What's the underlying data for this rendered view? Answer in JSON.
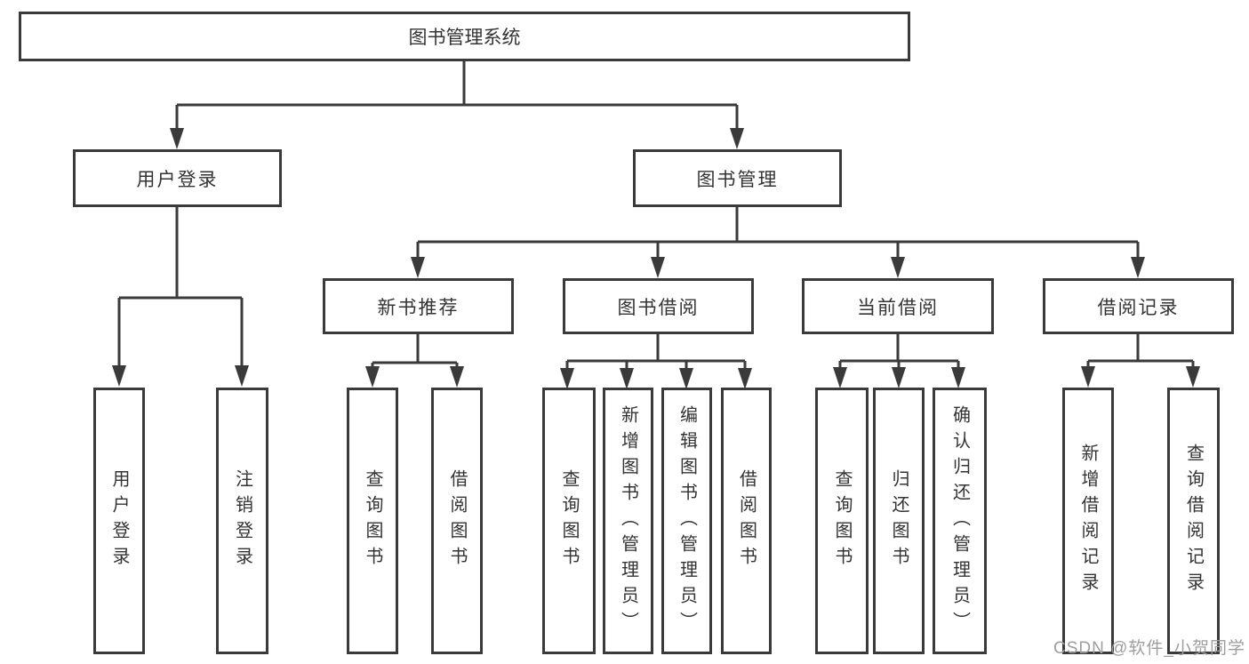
{
  "diagram": {
    "root": "图书管理系统",
    "level2": [
      "用户登录",
      "图书管理"
    ],
    "level3": [
      "新书推荐",
      "图书借阅",
      "当前借阅",
      "借阅记录"
    ],
    "leaves": {
      "login": [
        "用户登录",
        "注销登录"
      ],
      "recommend": [
        "查询图书",
        "借阅图书"
      ],
      "borrow": [
        "查询图书",
        "新增图书（管理员）",
        "编辑图书（管理员）",
        "借阅图书"
      ],
      "current": [
        "查询图书",
        "归还图书",
        "确认归还（管理员）"
      ],
      "records": [
        "新增借阅记录",
        "查询借阅记录"
      ]
    }
  },
  "watermark": {
    "text": "CSDN @软件_小贺同学"
  },
  "colors": {
    "line": "#3a3a3a",
    "text": "#333333",
    "watermark": "#9e9e9e",
    "background": "#ffffff"
  }
}
